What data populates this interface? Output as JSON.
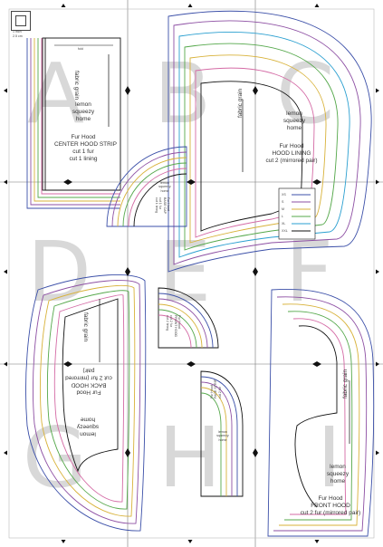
{
  "scale_box": {
    "line1": "1 inch",
    "line2": "2.5 cm"
  },
  "page_letters": [
    "A",
    "B",
    "C",
    "D",
    "E",
    "F",
    "G",
    "H",
    "I"
  ],
  "center_strip": {
    "brand": [
      "lemon",
      "squeezy",
      "home"
    ],
    "title": "Fur Hood",
    "name": "CENTER HOOD STRIP",
    "cut": [
      "cut 1 fur",
      "cut 1 lining"
    ],
    "grain": "fabric grain",
    "fold": "fold"
  },
  "hood_lining": {
    "brand": [
      "lemon",
      "squeezy",
      "home"
    ],
    "title": "Fur Hood",
    "name": "HOOD LINING",
    "cut": "cut 2 (mirrored pair)",
    "grain": "fabric grain"
  },
  "small_piece_1": {
    "brand": [
      "lemon",
      "squeezy",
      "home"
    ],
    "lines": [
      "Fur Hood",
      "BASE CAP",
      "cut 1 fur",
      "cut 1 lining"
    ]
  },
  "small_piece_2": {
    "lines": [
      "Fur Hood",
      "FRONT HOOD",
      "cut 2 fur",
      "cut 2 lining"
    ]
  },
  "small_piece_3": {
    "lines": [
      "Fur Hood",
      "FACE STRIP",
      "cut 2 fur"
    ],
    "brand": [
      "lemon",
      "squeezy",
      "home"
    ]
  },
  "back_hood": {
    "brand": [
      "lemon",
      "squeezy",
      "home"
    ],
    "title": "Fur Hood",
    "name": "BACK HOOD",
    "cut": [
      "cut 2 fur (mirrored",
      "pair)"
    ],
    "grain": "fabric grain"
  },
  "front_hood": {
    "brand": [
      "lemon",
      "squeezy",
      "home"
    ],
    "title": "Fur Hood",
    "name": "FRONT HOOD",
    "cut": "cut 2 fur (mirrored pair)",
    "grain": "fabric grain"
  },
  "size_legend": {
    "sizes": [
      "XS",
      "S",
      "M",
      "L",
      "XL",
      "XXL"
    ],
    "colors": [
      "#3b4fa8",
      "#8d4fa3",
      "#d8b23a",
      "#55a84b",
      "#2a9fd0",
      "#111111"
    ]
  },
  "colors": {
    "outline": "#111111",
    "blue": "#3b4fa8",
    "purple": "#8d4fa3",
    "yellow": "#d8b23a",
    "green": "#55a84b",
    "cyan": "#2a9fd0",
    "pink": "#d46aa5"
  }
}
